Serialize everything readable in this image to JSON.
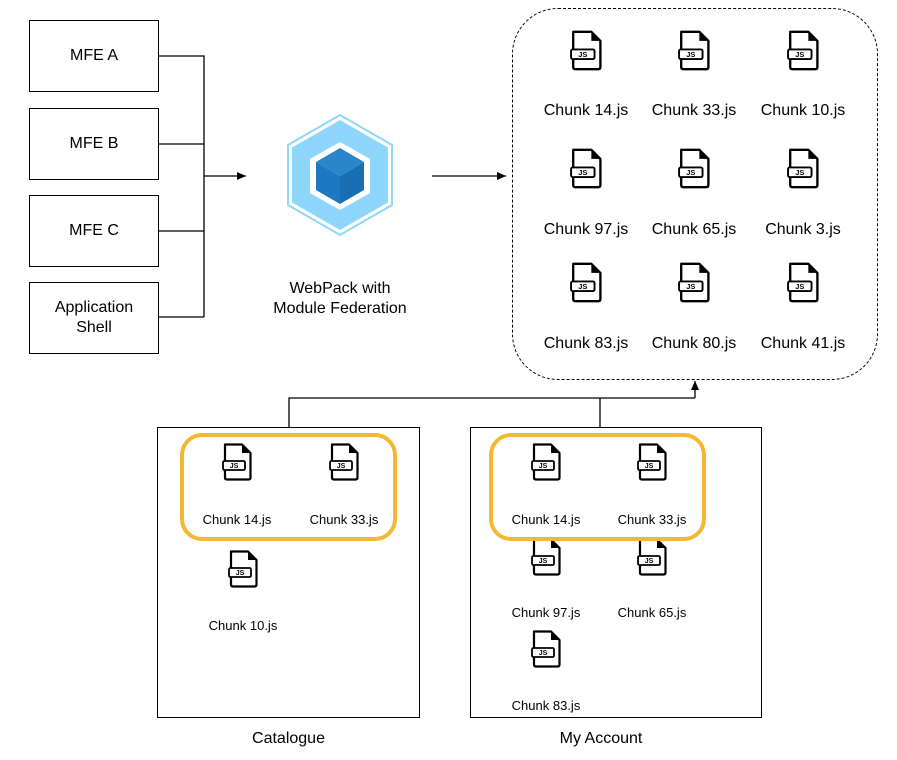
{
  "sources": [
    {
      "id": "mfe-a",
      "label": "MFE A"
    },
    {
      "id": "mfe-b",
      "label": "MFE B"
    },
    {
      "id": "mfe-c",
      "label": "MFE C"
    },
    {
      "id": "app-shell",
      "label": "Application Shell"
    }
  ],
  "bundler": {
    "icon": "webpack-logo-icon",
    "caption_line1": "WebPack with",
    "caption_line2": "Module Federation"
  },
  "icon_name": "js-file-icon",
  "icon_tag": "JS",
  "output_chunks": [
    "Chunk 14.js",
    "Chunk 33.js",
    "Chunk 10.js",
    "Chunk 97.js",
    "Chunk 65.js",
    "Chunk 3.js",
    "Chunk 83.js",
    "Chunk 80.js",
    "Chunk 41.js"
  ],
  "catalogue": {
    "label": "Catalogue",
    "shared_chunks": [
      "Chunk 14.js",
      "Chunk 33.js"
    ],
    "other_chunks": [
      "Chunk 10.js"
    ]
  },
  "my_account": {
    "label": "My Account",
    "shared_chunks": [
      "Chunk 14.js",
      "Chunk 33.js"
    ],
    "other_chunks": [
      "Chunk 97.js",
      "Chunk 65.js",
      "Chunk 83.js"
    ]
  },
  "colors": {
    "highlight": "#f6b733",
    "webpack_outer": "#8ed6fb",
    "webpack_inner": "#1c78c0"
  }
}
